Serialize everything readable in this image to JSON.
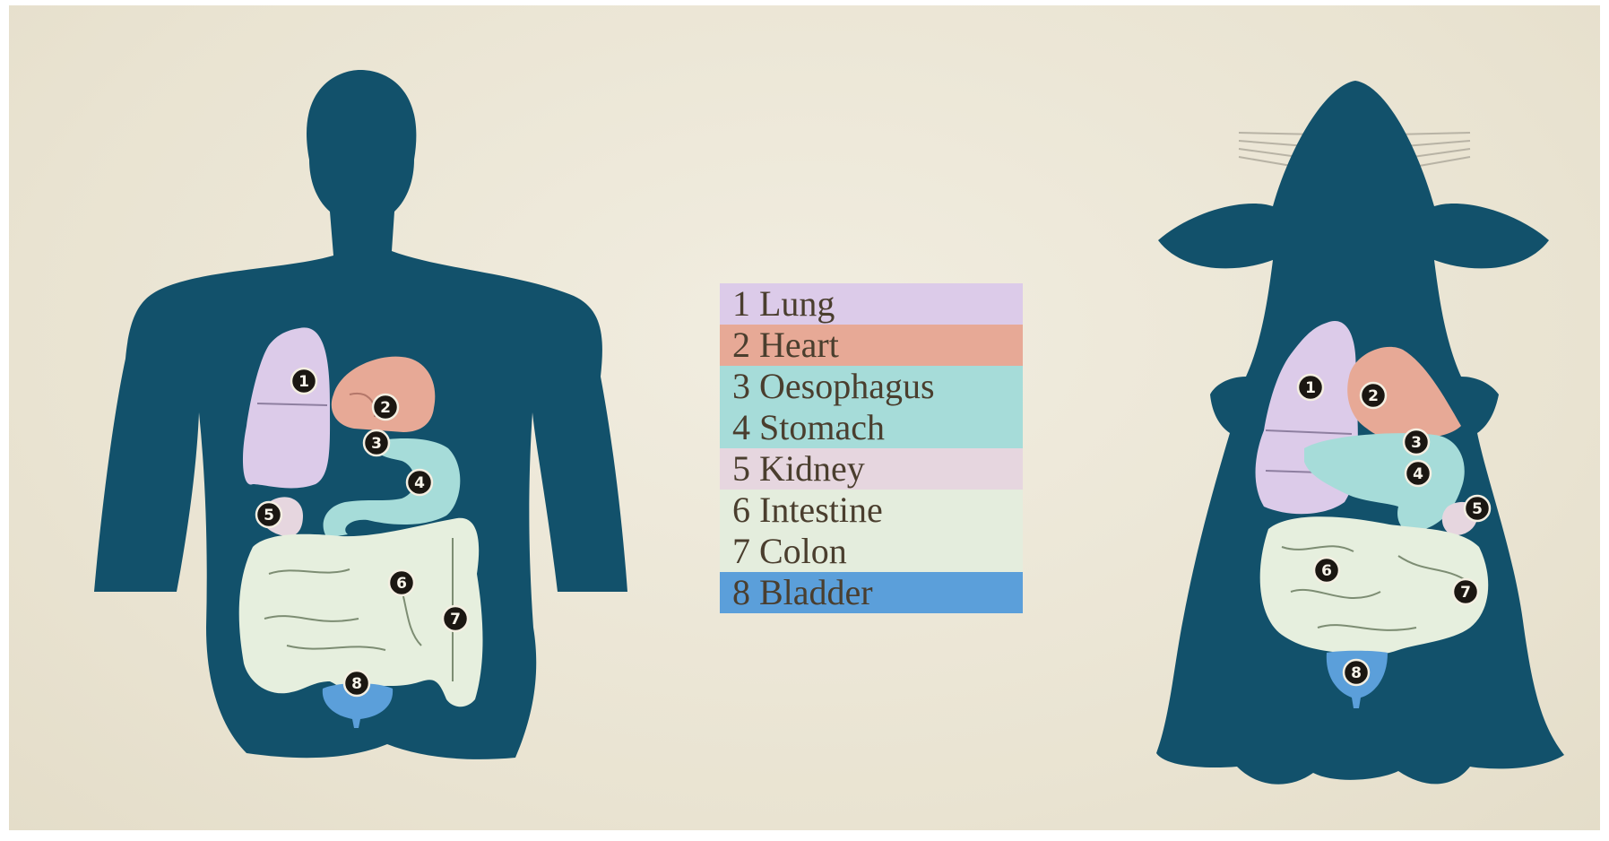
{
  "legend": [
    {
      "num": "1",
      "label": "Lung",
      "color": "#dccbe9"
    },
    {
      "num": "2",
      "label": "Heart",
      "color": "#e7a996"
    },
    {
      "num": "3",
      "label": "Oesophagus",
      "color": "#a6dcd9"
    },
    {
      "num": "4",
      "label": "Stomach",
      "color": "#a6dcd9"
    },
    {
      "num": "5",
      "label": "Kidney",
      "color": "#e6d6df"
    },
    {
      "num": "6",
      "label": "Intestine",
      "color": "#e4eddd"
    },
    {
      "num": "7",
      "label": "Colon",
      "color": "#e4eddd"
    },
    {
      "num": "8",
      "label": "Bladder",
      "color": "#5b9fda"
    }
  ],
  "markers": [
    "1",
    "2",
    "3",
    "4",
    "5",
    "6",
    "7",
    "8"
  ],
  "colors": {
    "silhouette": "#12516b",
    "background": "#ede8d8",
    "lung": "#dccbe9",
    "heart": "#e7a996",
    "stomach": "#a6dcd9",
    "kidney": "#e6d6df",
    "intestine": "#e6efde",
    "bladder": "#5b9fda"
  }
}
